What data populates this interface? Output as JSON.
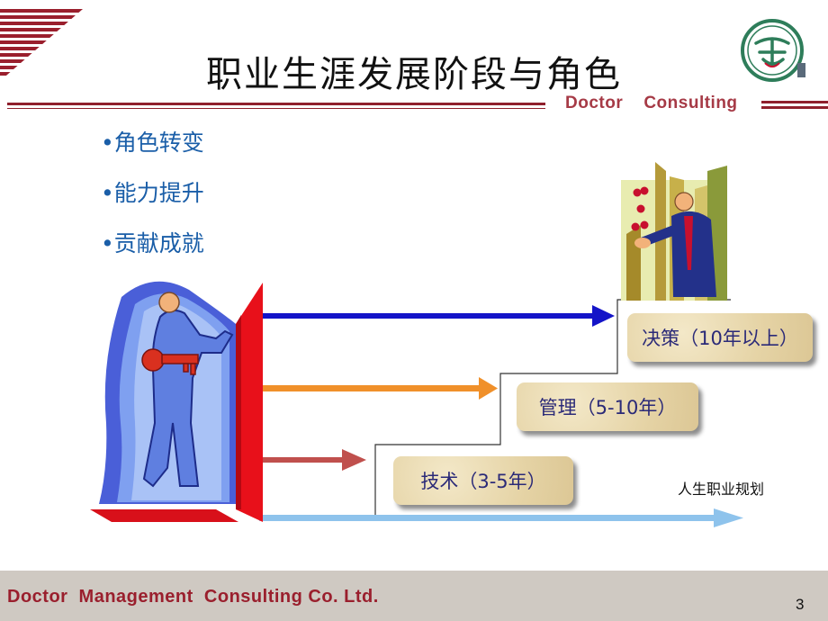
{
  "slide": {
    "title": "职业生涯发展阶段与角色",
    "brand": "Doctor    Consulting",
    "bullets": [
      "•角色转变",
      "•能力提升",
      "•贡献成就"
    ],
    "stages": [
      {
        "label": "技术（3-5年）"
      },
      {
        "label": "管理（5-10年）"
      },
      {
        "label": "决策（10年以上）"
      }
    ],
    "plan_label": "人生职业规划",
    "footer": "Doctor  Management  Consulting Co. Ltd.",
    "page_number": "3"
  },
  "colors": {
    "accent": "#8f1f2c",
    "bullet_text": "#1a5ea8",
    "arrow_blue": "#1414c8",
    "arrow_orange": "#f0902a",
    "arrow_red": "#c0504d",
    "arrow_lightblue": "#8ec3ec",
    "door_red": "#e8101a",
    "stage_box": "#e9d9b0"
  },
  "icons": [
    "corner-stripes-icon",
    "logo-seal-icon",
    "businessman-key-clipart",
    "juggler-businessman-clipart"
  ]
}
